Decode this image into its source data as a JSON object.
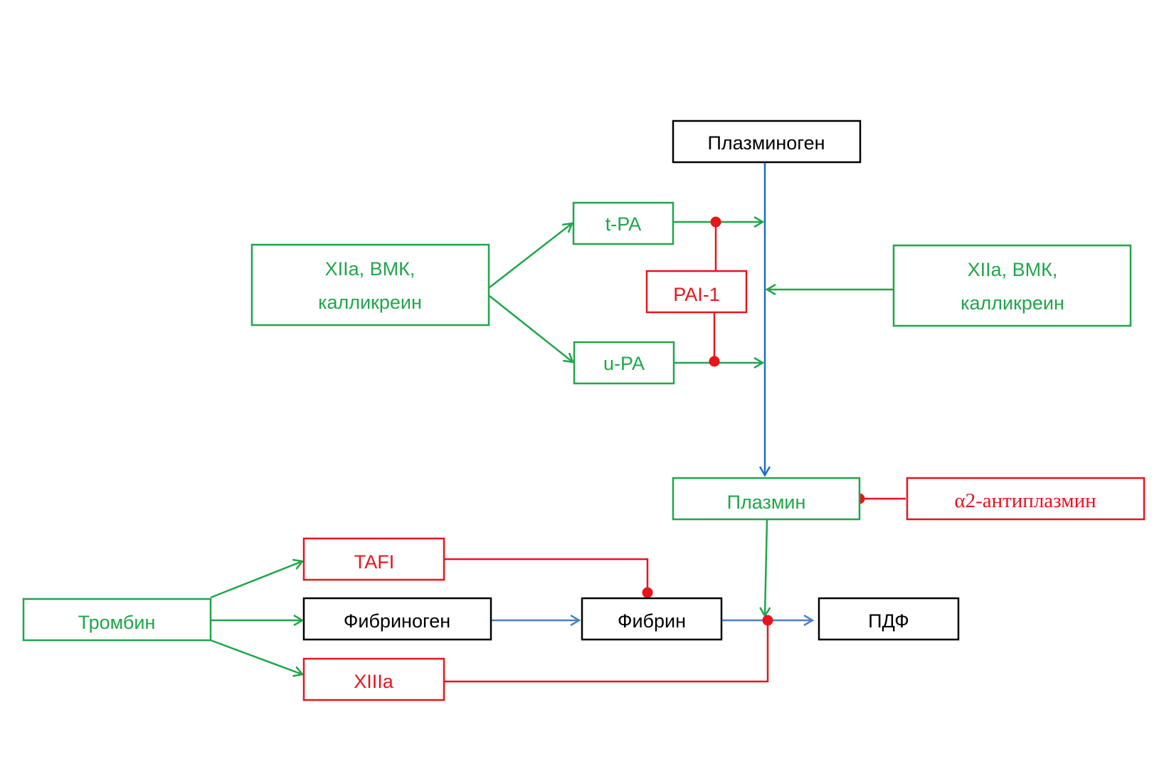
{
  "colors": {
    "green": "#1fa64a",
    "red": "#e8141c",
    "black": "#000000",
    "blue_main": "#1f6fc2",
    "blue_light": "#4f7fc4"
  },
  "nodes": {
    "plasminogen": {
      "label": "Плазминоген",
      "color": "black"
    },
    "tpa": {
      "label": "t-PA",
      "color": "green"
    },
    "upa": {
      "label": "u-PA",
      "color": "green"
    },
    "pai1": {
      "label": "PAI-1",
      "color": "red"
    },
    "activators_left": {
      "line1": "XIIa, ВМК,",
      "line2": "калликреин",
      "color": "green"
    },
    "activators_right": {
      "line1": "XIIa, ВМК,",
      "line2": "калликреин",
      "color": "green"
    },
    "plasmin": {
      "label": "Плазмин",
      "color": "green"
    },
    "antiplasmin": {
      "label": "α2-антиплазмин",
      "color": "red"
    },
    "tafi": {
      "label": "TAFI",
      "color": "red"
    },
    "thrombin": {
      "label": "Тромбин",
      "color": "green"
    },
    "fibrinogen": {
      "label": "Фибриноген",
      "color": "black"
    },
    "fibrin": {
      "label": "Фибрин",
      "color": "black"
    },
    "pdf": {
      "label": "ПДФ",
      "color": "black"
    },
    "xiiia": {
      "label": "XIIIa",
      "color": "red"
    }
  }
}
